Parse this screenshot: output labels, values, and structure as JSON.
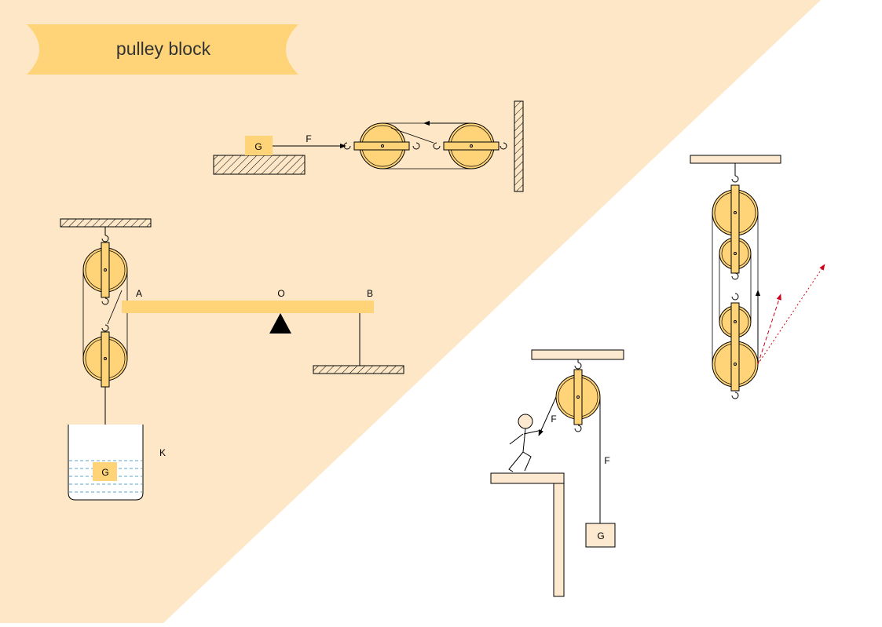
{
  "title": "pulley block",
  "colors": {
    "background": "#FDE7C7",
    "banner": "#FFD479",
    "pulley": "#FFD479",
    "beam": "#FFD479",
    "wood": "#FDE9D0",
    "stroke": "#000000",
    "water": "#5BA4C9",
    "arrow_red": "#D0021B"
  },
  "labels": {
    "force": "F",
    "weight": "G",
    "point_a": "A",
    "point_o": "O",
    "point_b": "B",
    "container": "K"
  }
}
